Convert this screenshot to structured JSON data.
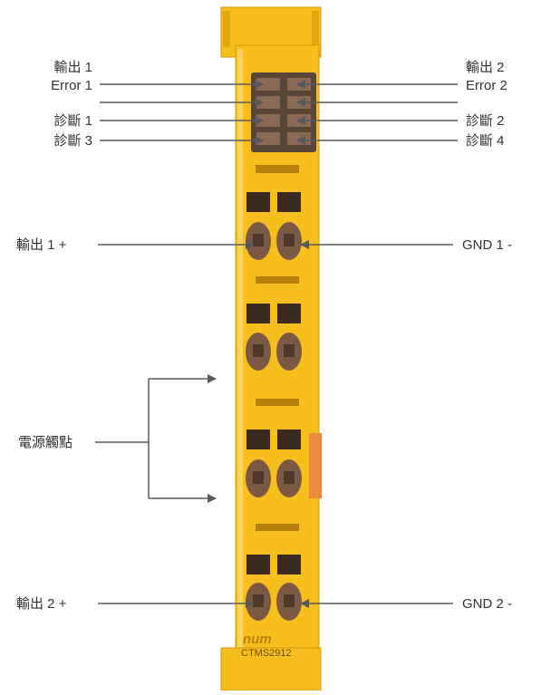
{
  "colors": {
    "module_body": "#f7bf1e",
    "module_edge": "#d39a0c",
    "module_dark": "#b5800a",
    "terminal_dark": "#3a2a20",
    "screw": "#7a5a45",
    "led_panel": "#5a4636",
    "orange_tab": "#e98a3c",
    "line": "#595959",
    "text": "#333333"
  },
  "labels": {
    "out1": "輸出 1",
    "err1": "Error 1",
    "diag1": "診斷 1",
    "diag3": "診斷 3",
    "out2": "輸出 2",
    "err2": "Error 2",
    "diag2": "診斷 2",
    "diag4": "診斷 4",
    "out1_plus": "輸出 1 +",
    "gnd1": "GND 1 -",
    "power_contacts": "電源觸點",
    "out2_plus": "輸出 2 +",
    "gnd2": "GND 2 -"
  },
  "module": {
    "brand": "num",
    "model": "CTMS2912"
  }
}
